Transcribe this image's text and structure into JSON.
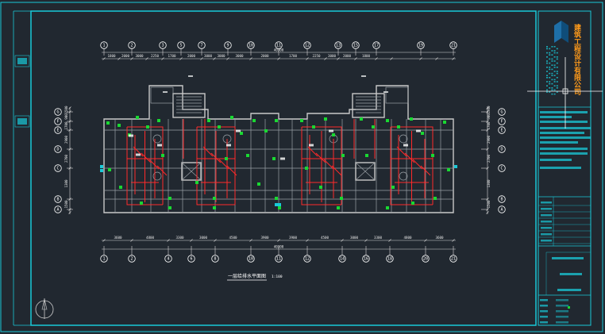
{
  "plan": {
    "title": "一层给排水平面图",
    "scale": "1:100"
  },
  "grid": {
    "top_axes": [
      "1",
      "2",
      "3",
      "5",
      "7",
      "9",
      "10",
      "11",
      "12",
      "13",
      "15",
      "17",
      "19",
      "21"
    ],
    "bottom_axes": [
      "1",
      "2",
      "4",
      "6",
      "8",
      "10",
      "11",
      "12",
      "14",
      "16",
      "18",
      "20",
      "21"
    ],
    "left_axes": [
      "G",
      "F",
      "E",
      "D",
      "C",
      "B",
      "A"
    ],
    "right_axes": [
      "G",
      "F",
      "E",
      "D",
      "C",
      "B",
      "A"
    ]
  },
  "dims": {
    "top": [
      "1800",
      "2000",
      "3000",
      "2250",
      "1700",
      "2000",
      "3000",
      "3000",
      "3000",
      "2000",
      "1700",
      "2250",
      "3000",
      "2000",
      "1800"
    ],
    "top_total": "40300",
    "bottom": [
      "3600",
      "4800",
      "3300",
      "3000",
      "4500",
      "3900",
      "3900",
      "4500",
      "3000",
      "3300",
      "4800",
      "3600"
    ],
    "bottom_total": "40300",
    "left": [
      "1500",
      "900",
      "1700",
      "2900",
      "2700",
      "1300",
      "1500"
    ],
    "right": [
      "1500",
      "900",
      "1700",
      "2900",
      "2700",
      "1300",
      "1500"
    ]
  },
  "title_block": {
    "company_vertical": "建筑工程设计有限公司",
    "logo": "diamond-logo"
  },
  "colors": {
    "background": "#212830",
    "frame": "#19c9d8",
    "wall": "#c9c9c9",
    "pipe": "#ff2a2a",
    "fixture": "#19d832",
    "title_text": "#ff9a1a"
  }
}
